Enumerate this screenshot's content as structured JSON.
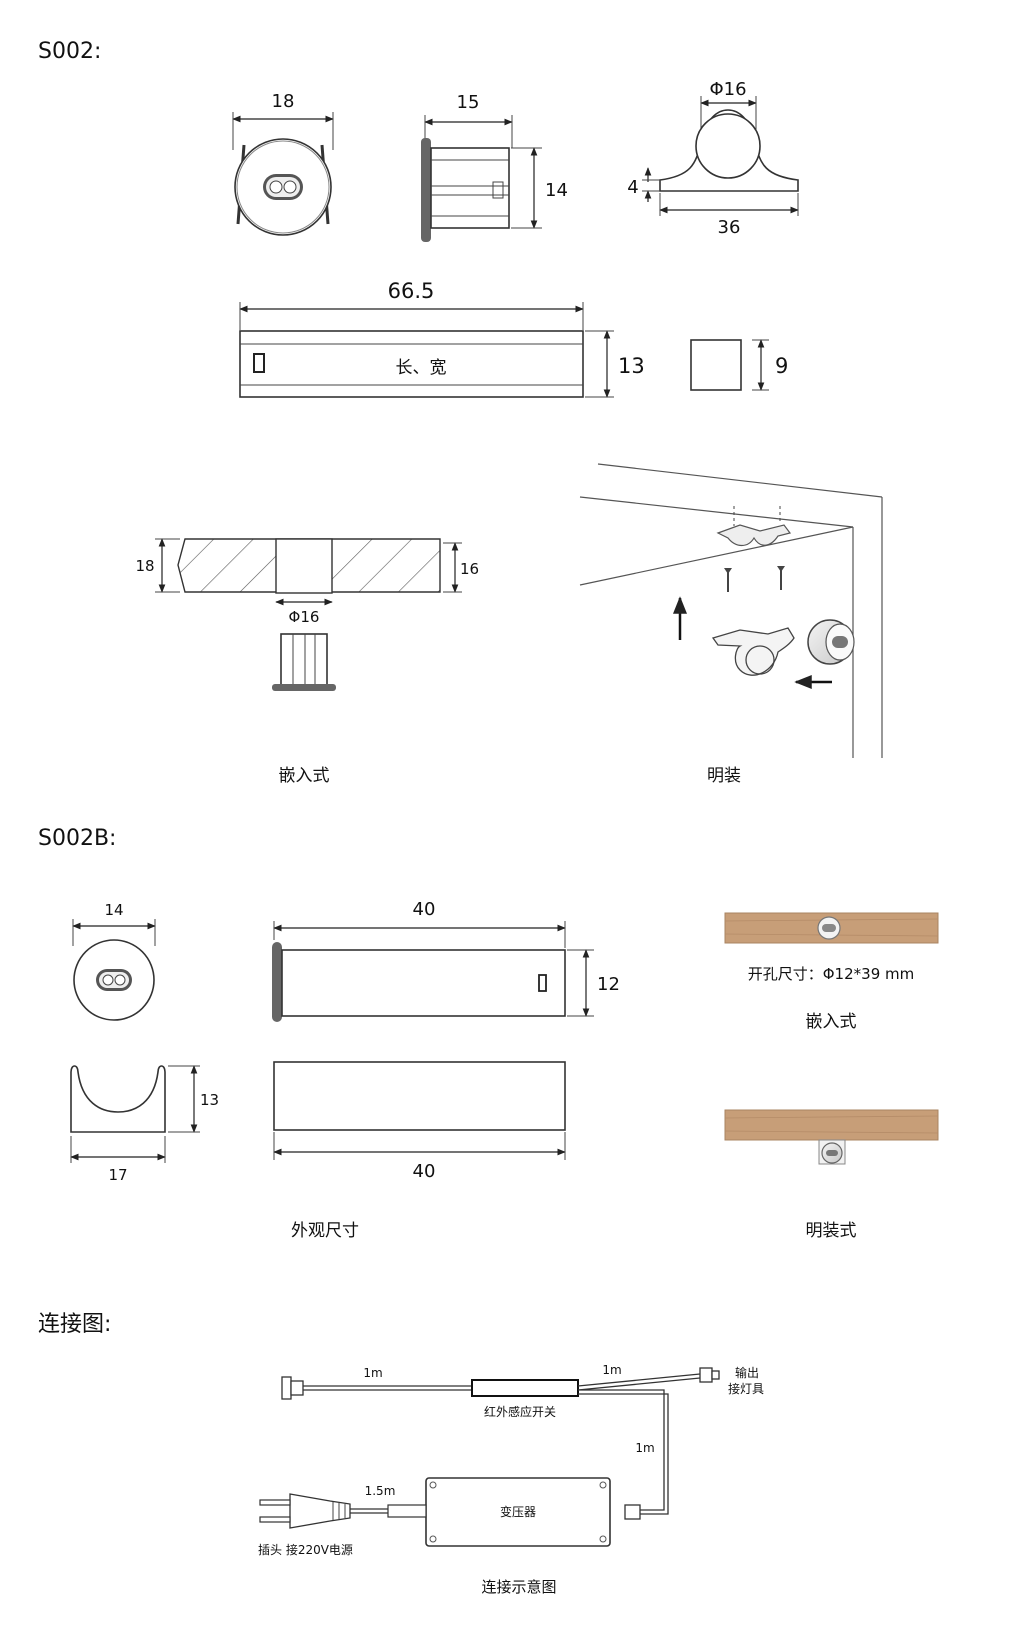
{
  "sections": {
    "s002": "S002:",
    "s002b": "S002B:",
    "wiring": "连接图:"
  },
  "s002": {
    "front_width": "18",
    "side_length": "15",
    "side_height": "14",
    "clip_diameter": "Φ16",
    "clip_base_height": "4",
    "clip_width": "36",
    "bar_length": "66.5",
    "bar_label": "长、宽",
    "bar_height": "13",
    "square_size": "9",
    "recess_depth_left": "18",
    "recess_depth_right": "16",
    "recess_diameter": "Φ16",
    "recessed_caption": "嵌入式",
    "surface_caption": "明装"
  },
  "s002b": {
    "front_width": "14",
    "body_length_top": "40",
    "body_height": "12",
    "holder_height": "13",
    "holder_width": "17",
    "body_length_bottom": "40",
    "dimensions_caption": "外观尺寸",
    "hole_size": "开孔尺寸：Φ12*39 mm",
    "recessed_caption": "嵌入式",
    "surface_caption": "明装式"
  },
  "wiring": {
    "len_left": "1m",
    "len_right": "1m",
    "len_down": "1m",
    "len_plug": "1.5m",
    "switch_label": "红外感应开关",
    "output_line1": "输出",
    "output_line2": "接灯具",
    "transformer_label": "变压器",
    "plug_label": "插头 接220V电源",
    "caption": "连接示意图"
  },
  "colors": {
    "wood_top": "#c79e78",
    "wood_edge": "#a98462",
    "line": "#222222"
  }
}
